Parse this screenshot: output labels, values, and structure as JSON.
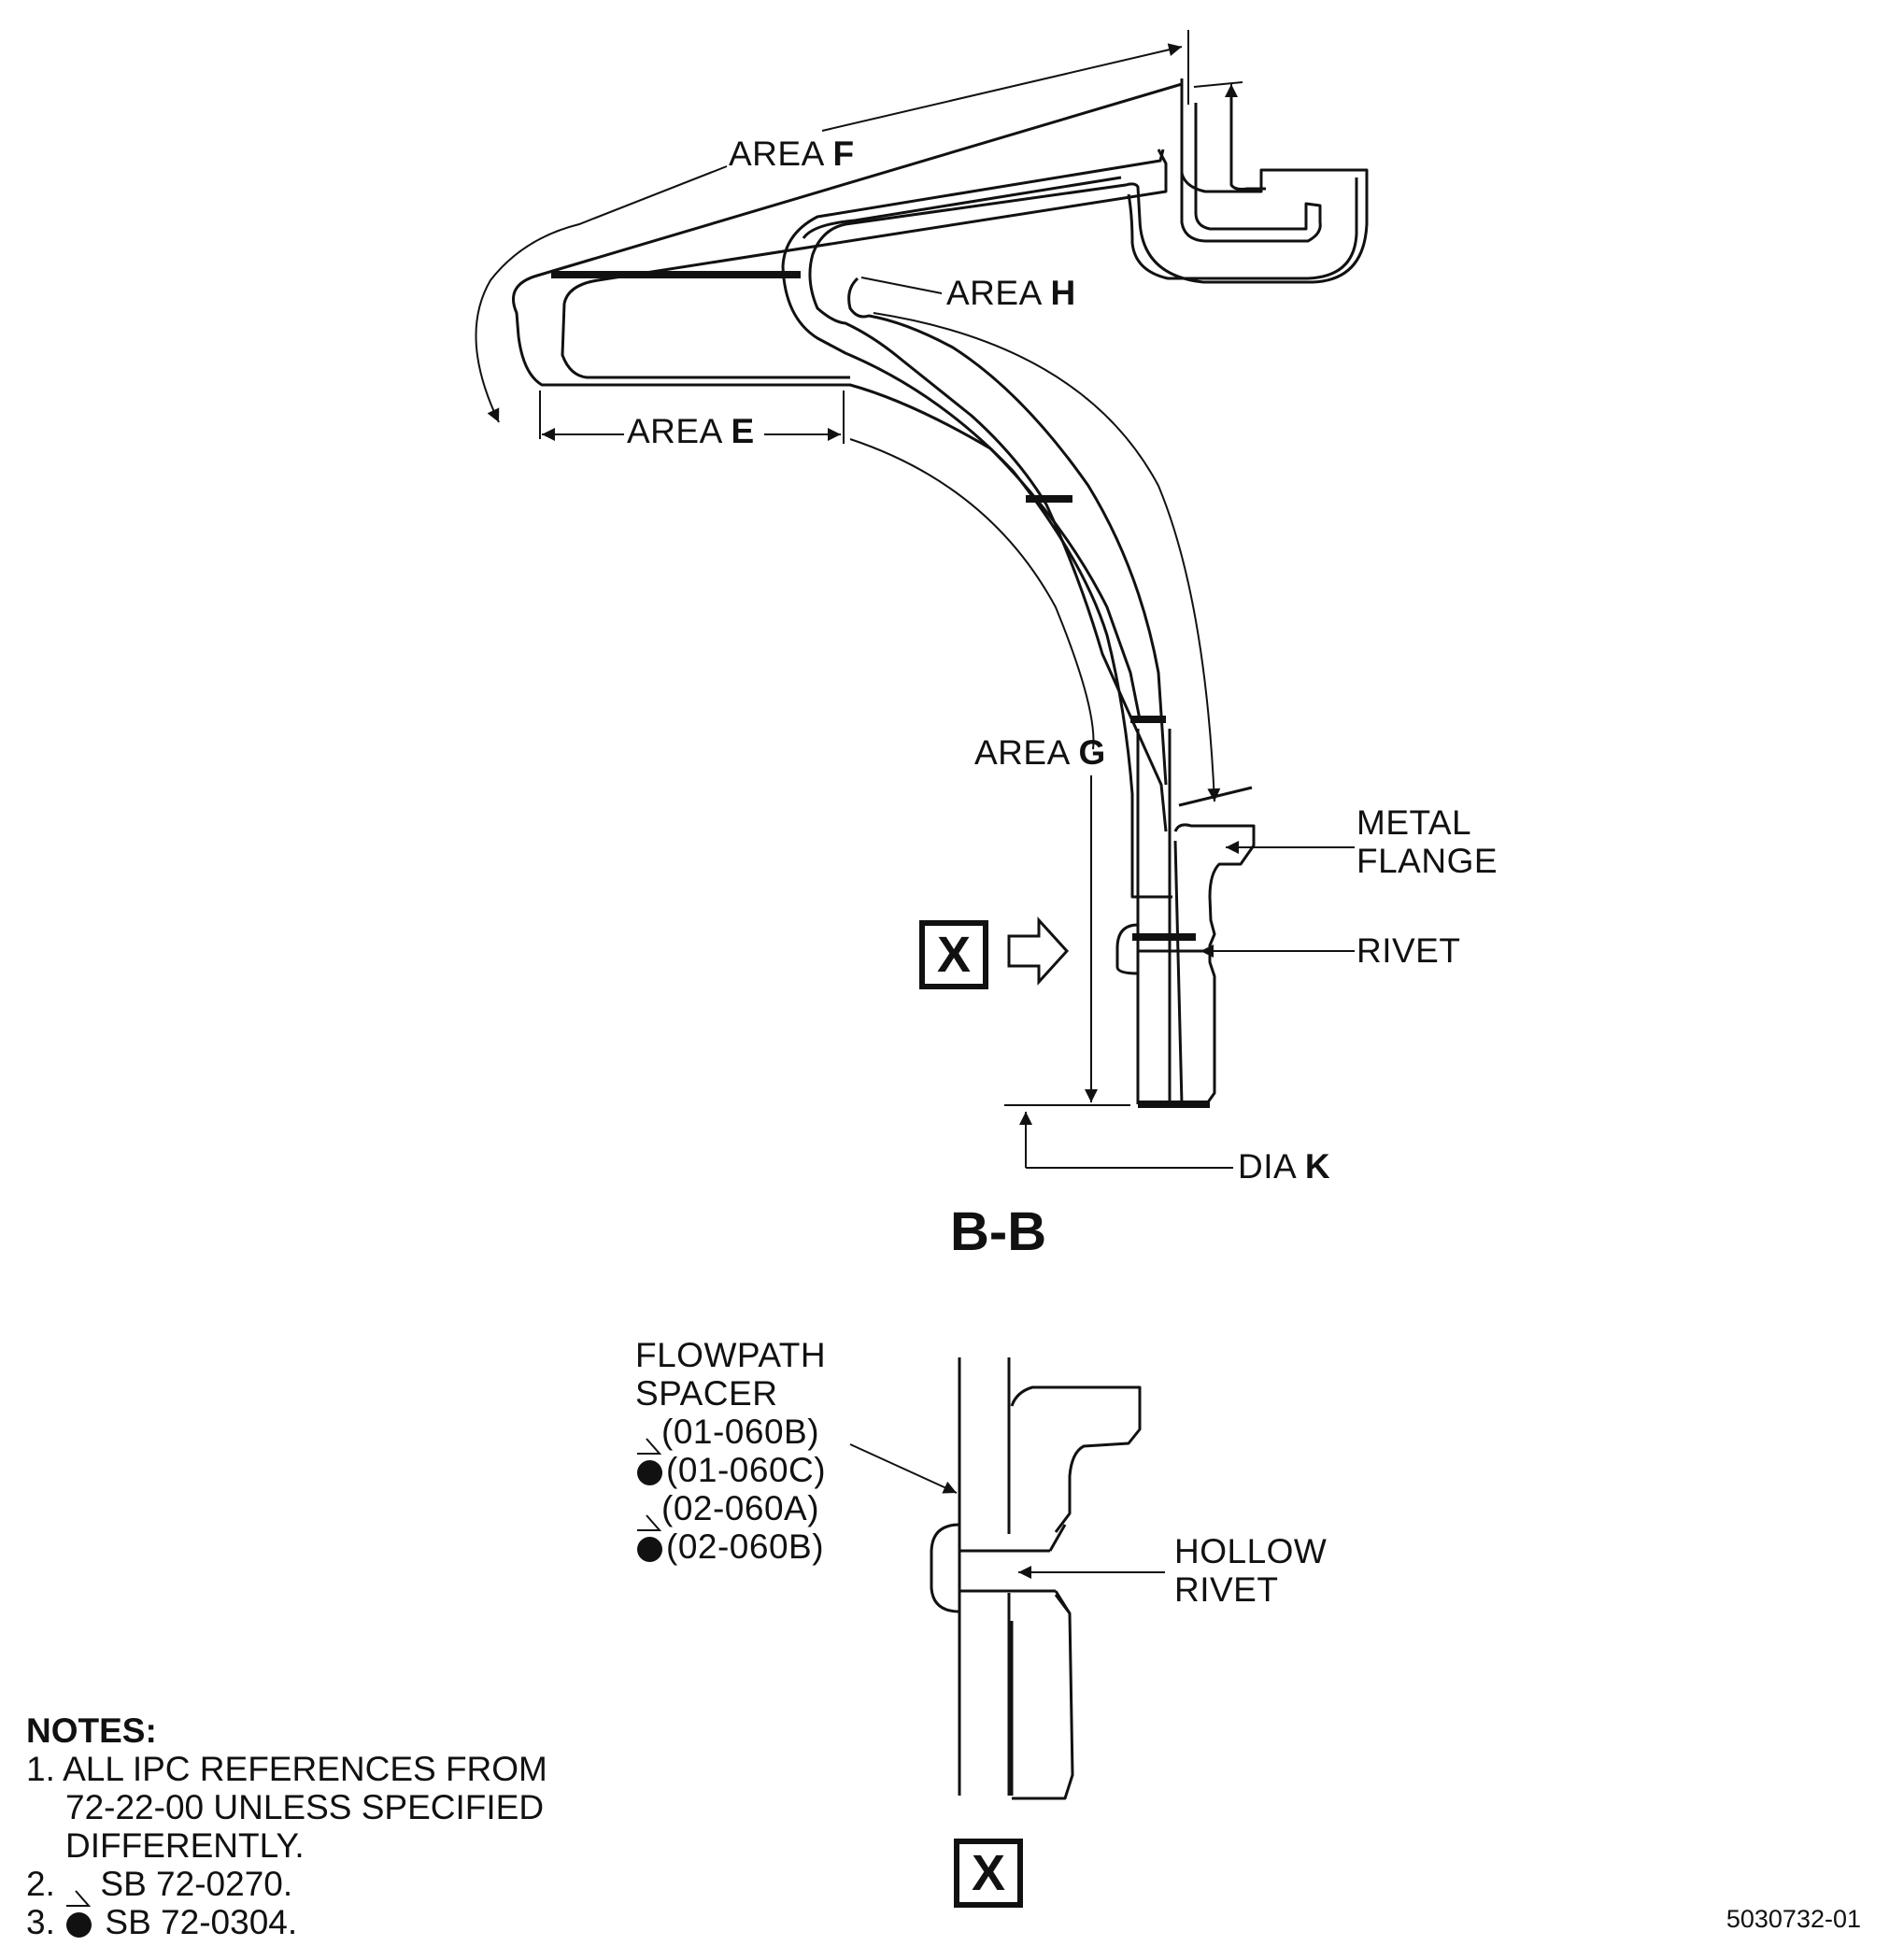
{
  "section_view": {
    "title": "B-B",
    "view_marker": "X",
    "areas": {
      "f_prefix": "AREA",
      "f_letter": "F",
      "h_prefix": "AREA",
      "h_letter": "H",
      "e_prefix": "AREA",
      "e_letter": "E",
      "g_prefix": "AREA",
      "g_letter": "G"
    },
    "dia_prefix": "DIA",
    "dia_letter": "K",
    "metal_flange_line1": "METAL",
    "metal_flange_line2": "FLANGE",
    "rivet": "RIVET"
  },
  "detail_view": {
    "marker": "X",
    "flowpath_line1": "FLOWPATH",
    "flowpath_line2": "SPACER",
    "refs": [
      "(01-060B)",
      "(01-060C)",
      "(02-060A)",
      "(02-060B)"
    ],
    "ref_symbols": [
      "triangle",
      "dot",
      "triangle",
      "dot"
    ],
    "hollow_rivet_line1": "HOLLOW",
    "hollow_rivet_line2": "RIVET"
  },
  "notes": {
    "heading": "NOTES:",
    "n1_line1": "1. ALL IPC REFERENCES FROM",
    "n1_line2": "72-22-00 UNLESS SPECIFIED",
    "n1_line3": "DIFFERENTLY.",
    "n2_num": "2.",
    "n2_text": "SB 72-0270.",
    "n3_num": "3.",
    "n3_text": "SB 72-0304."
  },
  "figure_number": "5030732-01"
}
